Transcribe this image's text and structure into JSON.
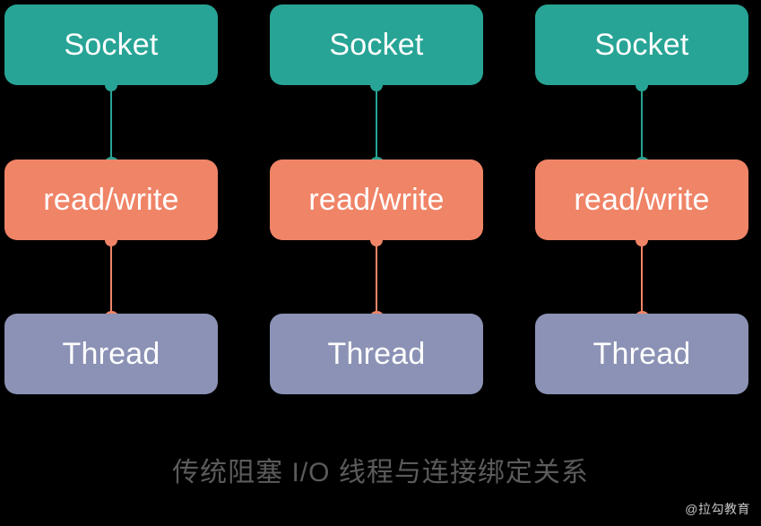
{
  "diagram": {
    "background_color": "#000000",
    "caption": "传统阻塞 I/O 线程与连接绑定关系",
    "watermark": "@拉勾教育",
    "palette": {
      "socket": "#27a495",
      "readwrite": "#f08467",
      "thread": "#8b92b5",
      "label_text": "#ffffff",
      "caption_text": "#5b5b5b",
      "watermark_text": "#d8d8d8"
    },
    "columns": [
      {
        "id": "connection-1",
        "nodes": {
          "socket": "Socket",
          "readwrite": "read/write",
          "thread": "Thread"
        }
      },
      {
        "id": "connection-2",
        "nodes": {
          "socket": "Socket",
          "readwrite": "read/write",
          "thread": "Thread"
        }
      },
      {
        "id": "connection-3",
        "nodes": {
          "socket": "Socket",
          "readwrite": "read/write",
          "thread": "Thread"
        }
      }
    ]
  }
}
